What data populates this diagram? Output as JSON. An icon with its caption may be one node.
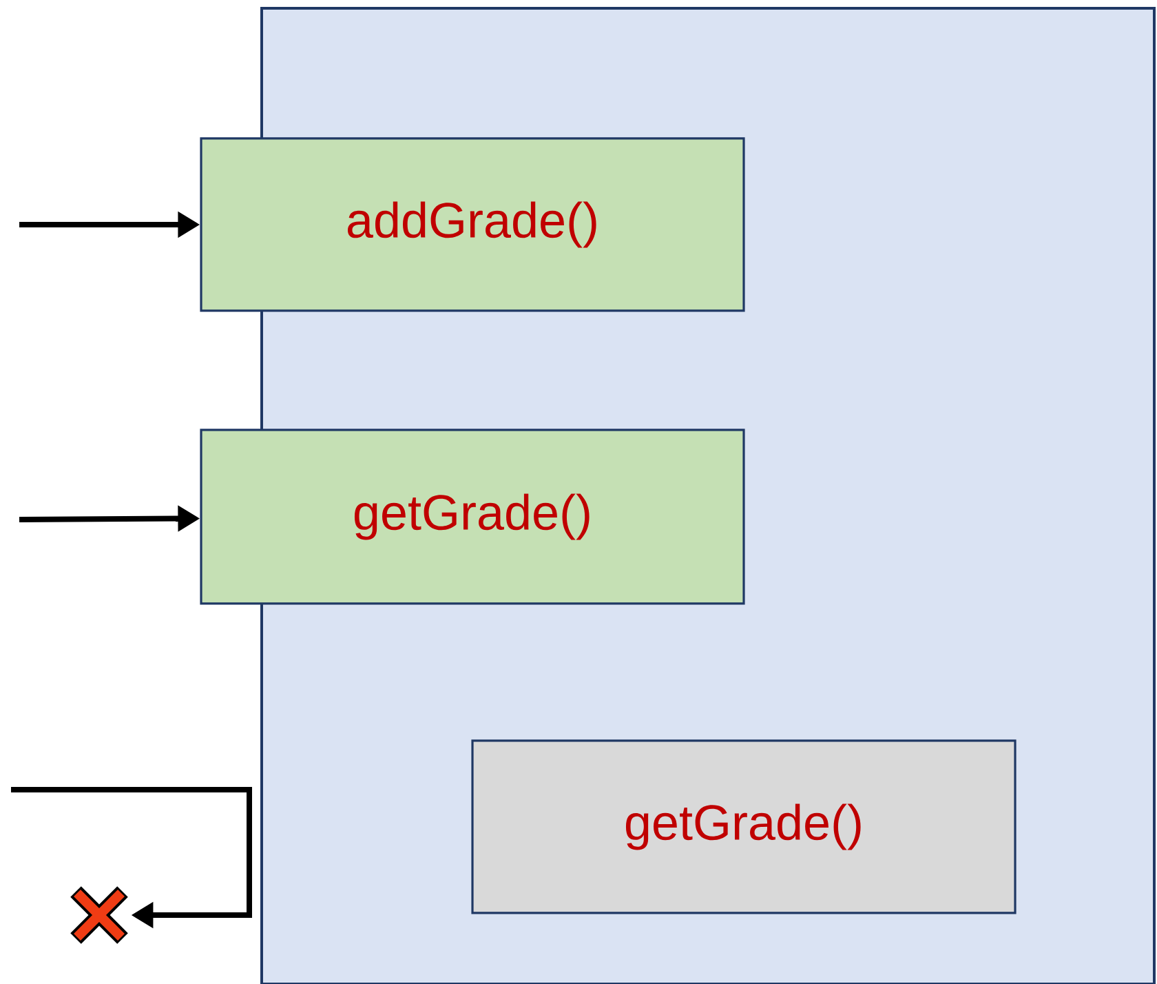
{
  "diagram": {
    "nodes": [
      {
        "text": [],
        "shape": "box"
      },
      {
        "text": [
          "addGrade()"
        ]
      },
      {
        "text": [
          "getGrade()"
        ]
      },
      {
        "text": [
          "getGrade()"
        ],
        "in": 0
      },
      {
        "text": [],
        "shape": "cross"
      }
    ],
    "edges": [
      {
        "from": null,
        "to": 1,
        "arrow": "to"
      },
      {
        "from": null,
        "to": 2,
        "arrow": "to"
      },
      {
        "from": null,
        "to": 4,
        "arrow": "to"
      }
    ]
  }
}
